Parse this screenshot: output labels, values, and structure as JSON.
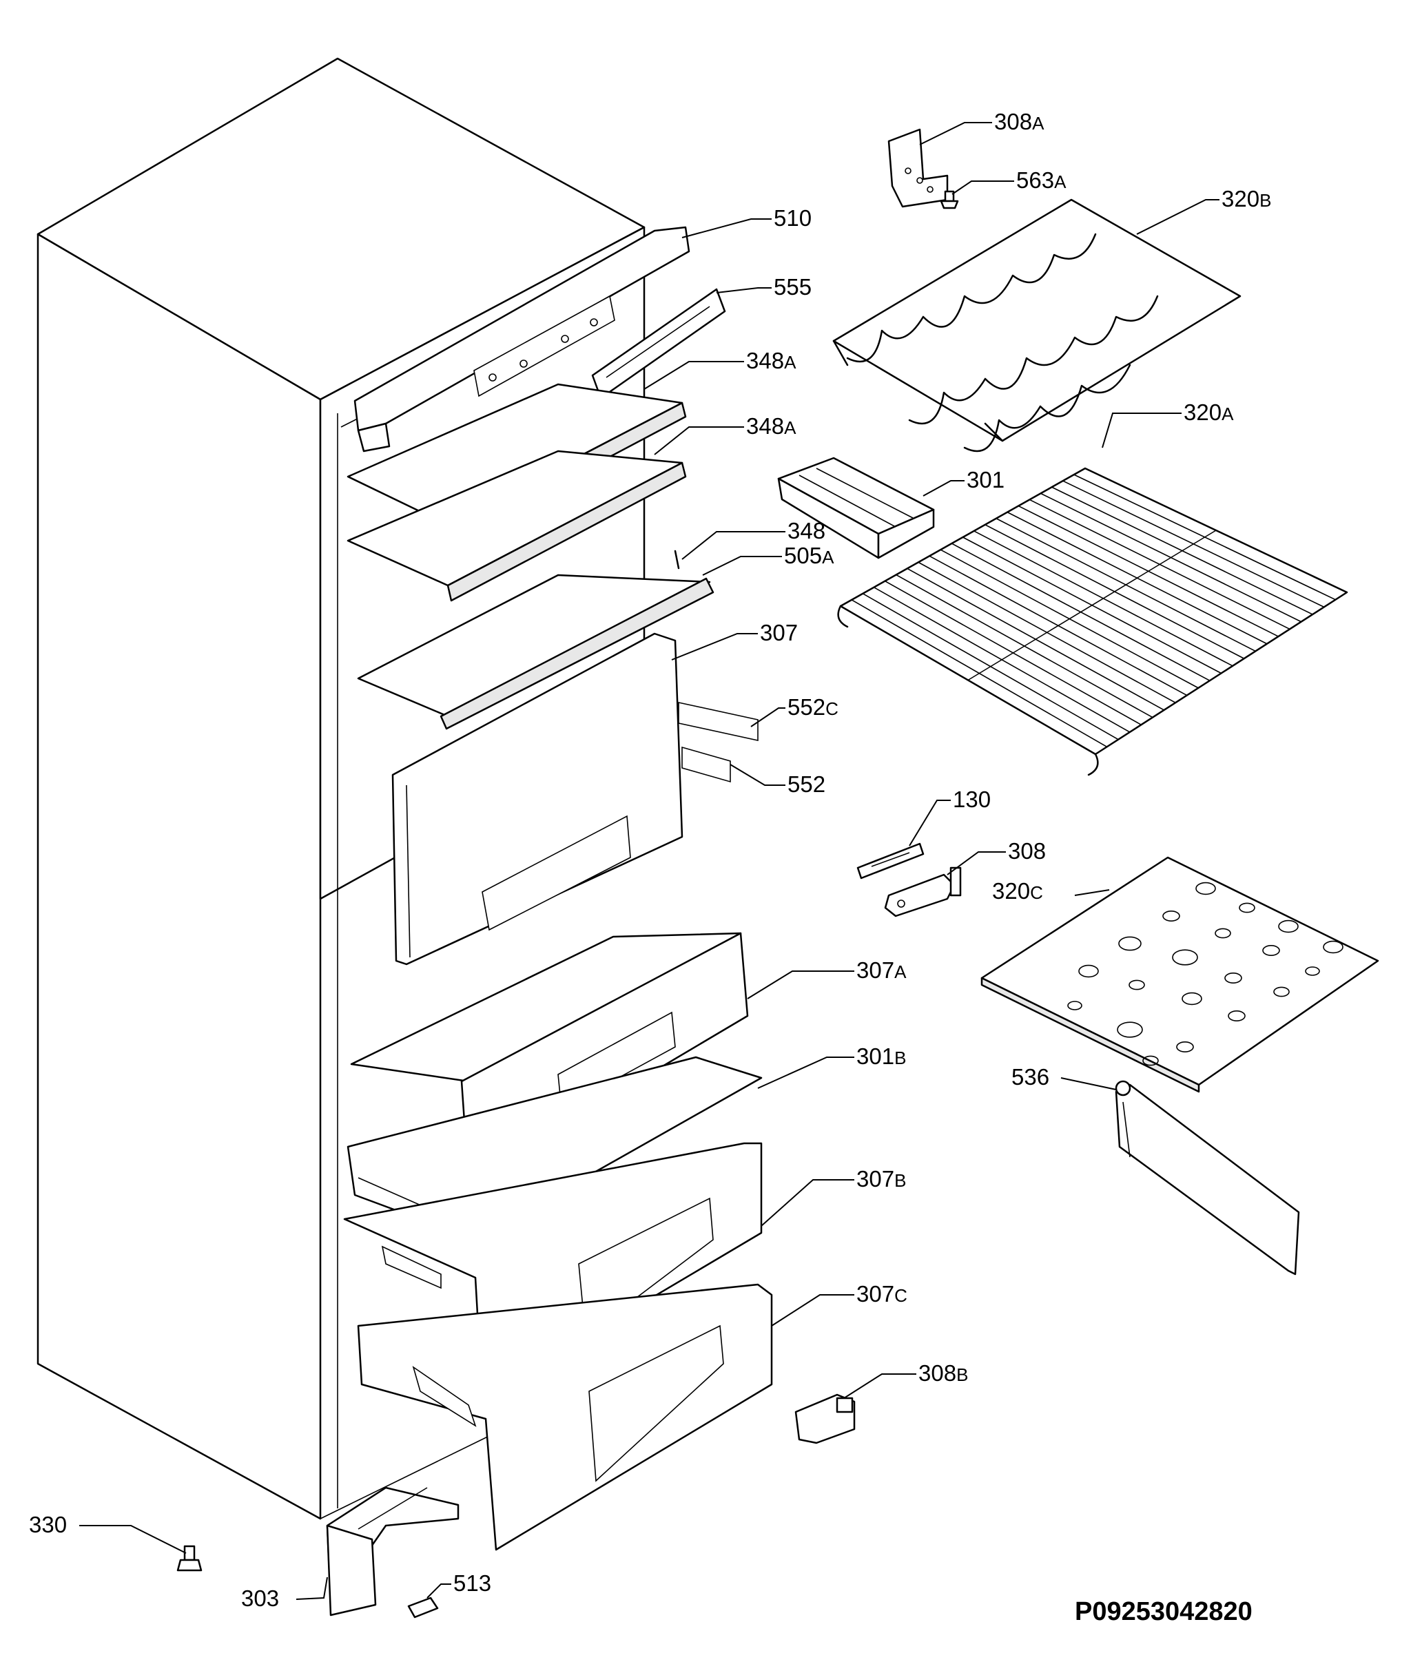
{
  "document_code": "P09253042820",
  "callouts": [
    {
      "id": "308A",
      "num": "308",
      "suffix": "A"
    },
    {
      "id": "563A",
      "num": "563",
      "suffix": "A"
    },
    {
      "id": "320B",
      "num": "320",
      "suffix": "B"
    },
    {
      "id": "510",
      "num": "510",
      "suffix": ""
    },
    {
      "id": "555",
      "num": "555",
      "suffix": ""
    },
    {
      "id": "348A-top",
      "num": "348",
      "suffix": "A"
    },
    {
      "id": "348A-mid",
      "num": "348",
      "suffix": "A"
    },
    {
      "id": "320A",
      "num": "320",
      "suffix": "A"
    },
    {
      "id": "301",
      "num": "301",
      "suffix": ""
    },
    {
      "id": "348",
      "num": "348",
      "suffix": ""
    },
    {
      "id": "505A",
      "num": "505",
      "suffix": "A"
    },
    {
      "id": "307",
      "num": "307",
      "suffix": ""
    },
    {
      "id": "552C",
      "num": "552",
      "suffix": "C"
    },
    {
      "id": "552",
      "num": "552",
      "suffix": ""
    },
    {
      "id": "130",
      "num": "130",
      "suffix": ""
    },
    {
      "id": "308",
      "num": "308",
      "suffix": ""
    },
    {
      "id": "320C",
      "num": "320",
      "suffix": "C"
    },
    {
      "id": "307A",
      "num": "307",
      "suffix": "A"
    },
    {
      "id": "301B",
      "num": "301",
      "suffix": "B"
    },
    {
      "id": "536",
      "num": "536",
      "suffix": ""
    },
    {
      "id": "307B",
      "num": "307",
      "suffix": "B"
    },
    {
      "id": "307C",
      "num": "307",
      "suffix": "C"
    },
    {
      "id": "308B",
      "num": "308",
      "suffix": "B"
    },
    {
      "id": "330",
      "num": "330",
      "suffix": ""
    },
    {
      "id": "303",
      "num": "303",
      "suffix": ""
    },
    {
      "id": "513",
      "num": "513",
      "suffix": ""
    }
  ]
}
